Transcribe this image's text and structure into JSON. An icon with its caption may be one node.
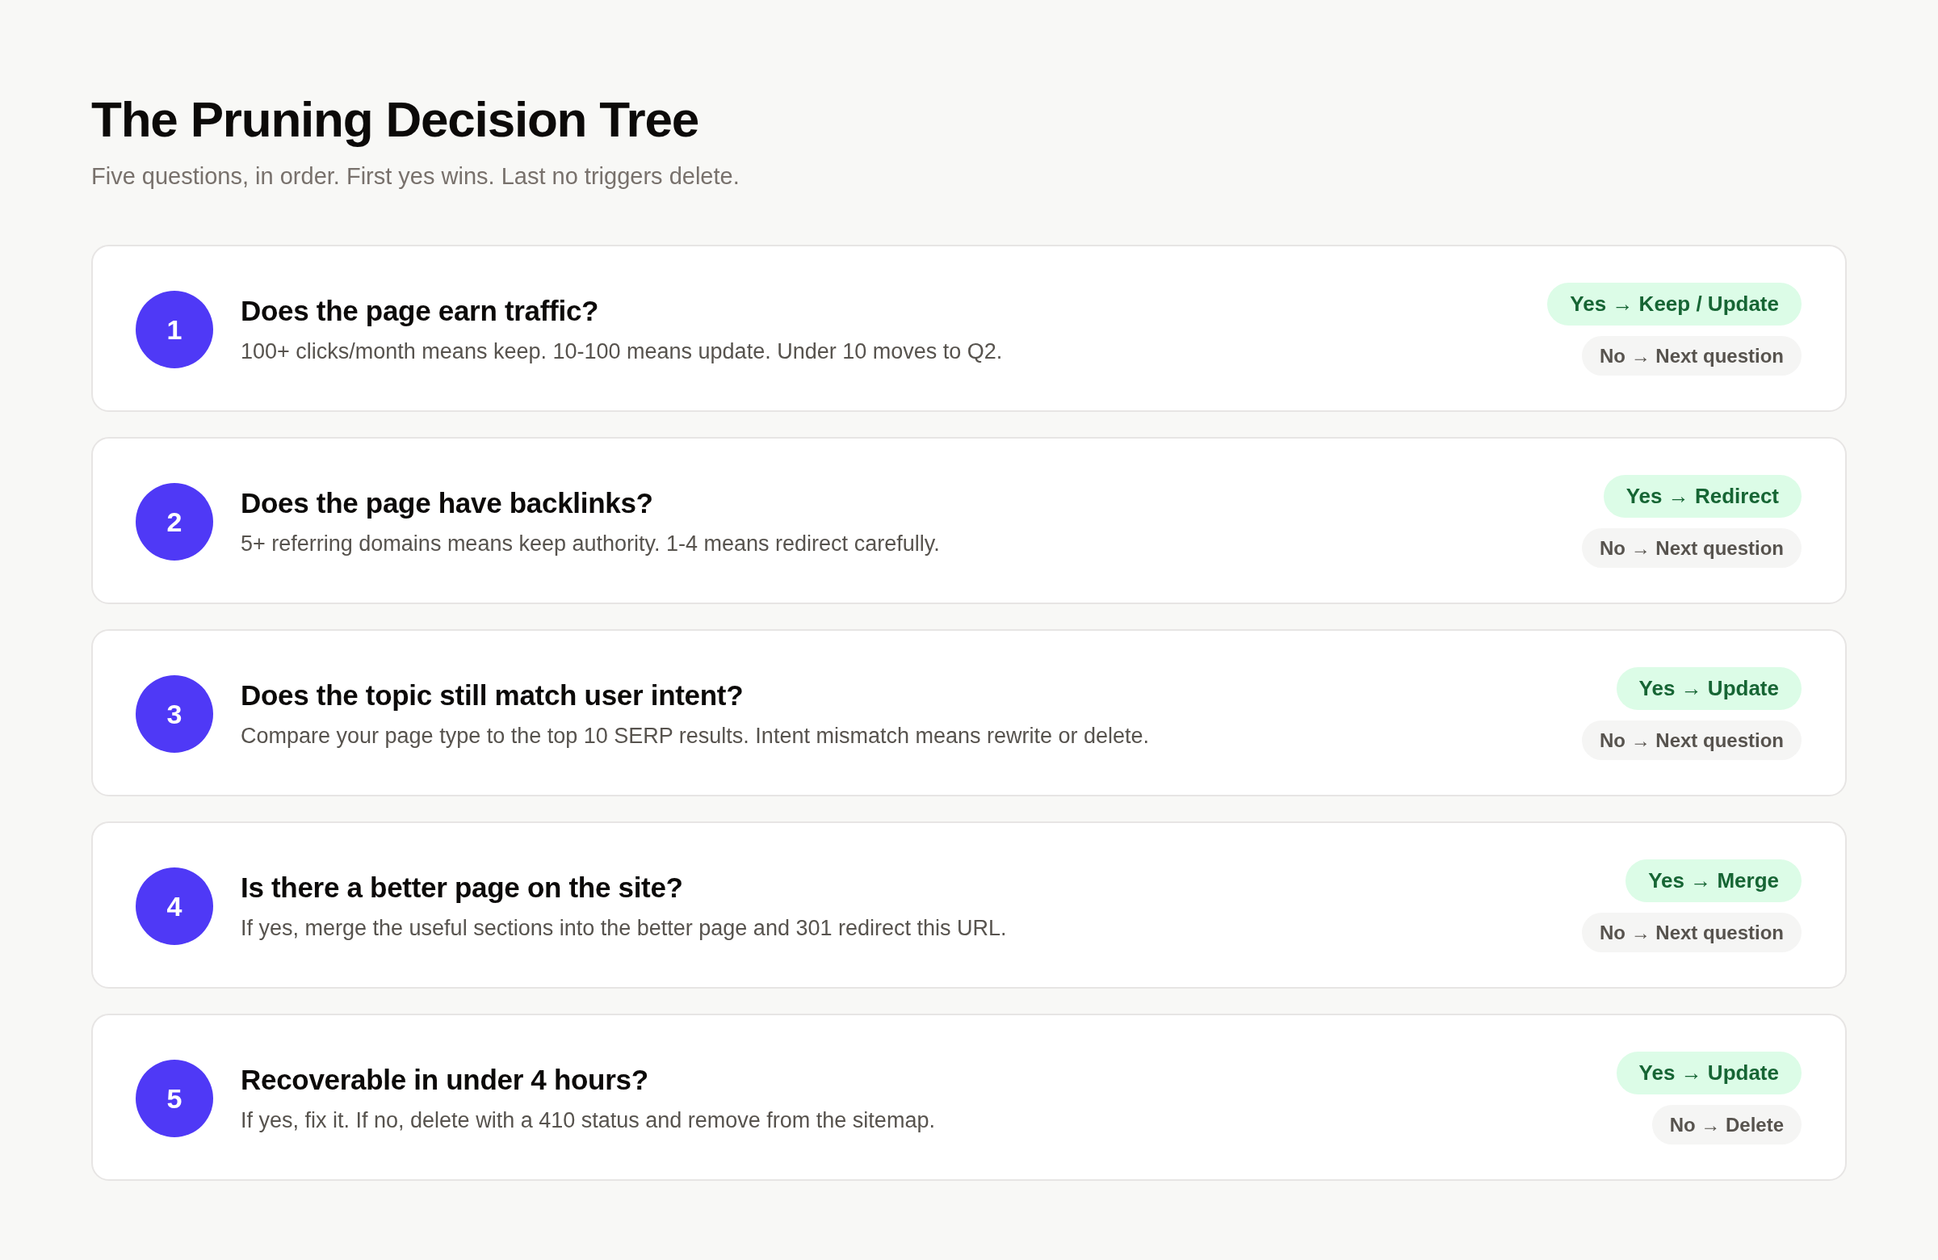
{
  "diagram": {
    "title": "The Pruning Decision Tree",
    "nodes": [
      {
        "text": [
          "Does the page earn traffic?",
          "100+ clicks/month means keep. 10-100 means update. Under 10 moves to Q2."
        ]
      },
      {
        "text": [
          "1"
        ],
        "in": 0
      },
      {
        "text": [
          "Yes → Keep / Update"
        ],
        "in": 0
      },
      {
        "text": [
          "No → Next question"
        ],
        "in": 0
      },
      {
        "text": [
          "Does the page have backlinks?",
          "5+ referring domains means keep authority. 1-4 means redirect carefully."
        ]
      },
      {
        "text": [
          "2"
        ],
        "in": 4
      },
      {
        "text": [
          "Yes → Redirect"
        ],
        "in": 4
      },
      {
        "text": [
          "No → Next question"
        ],
        "in": 4
      },
      {
        "text": [
          "Does the topic still match user intent?",
          "Compare your page type to the top 10 SERP results. Intent mismatch means rewrite or delete."
        ]
      },
      {
        "text": [
          "3"
        ],
        "in": 8
      },
      {
        "text": [
          "Yes → Update"
        ],
        "in": 8
      },
      {
        "text": [
          "No → Next question"
        ],
        "in": 8
      },
      {
        "text": [
          "Is there a better page on the site?",
          "If yes, merge the useful sections into the better page and 301 redirect this URL."
        ]
      },
      {
        "text": [
          "4"
        ],
        "in": 12
      },
      {
        "text": [
          "Yes → Merge"
        ],
        "in": 12
      },
      {
        "text": [
          "No → Next question"
        ],
        "in": 12
      },
      {
        "text": [
          "Recoverable in under 4 hours?",
          "If yes, fix it. If no, delete with a 410 status and remove from the sitemap."
        ]
      },
      {
        "text": [
          "5"
        ],
        "in": 16
      },
      {
        "text": [
          "Yes → Update"
        ],
        "in": 16
      },
      {
        "text": [
          "No → Delete"
        ],
        "in": 16
      }
    ],
    "labels": [
      "Five questions, in order. First yes wins. Last no triggers delete."
    ]
  }
}
